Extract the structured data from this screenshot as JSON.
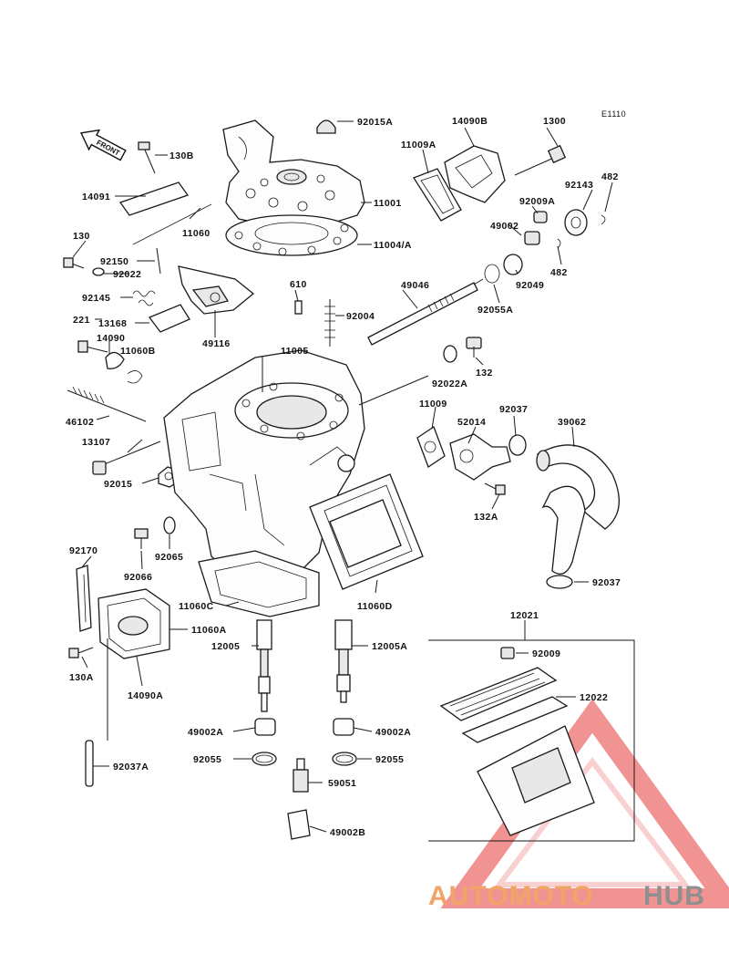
{
  "diagram": {
    "code": "E1110",
    "front_label": "FRONT",
    "labels": {
      "p92015A": "92015A",
      "p14090B": "14090B",
      "p1300": "1300",
      "p11009A": "11009A",
      "p130B": "130B",
      "p14091": "14091",
      "p11001": "11001",
      "p92143": "92143",
      "p482a": "482",
      "p92009A": "92009A",
      "p11060": "11060",
      "p49002": "49002",
      "p11004A": "11004/A",
      "p482b": "482",
      "p130": "130",
      "p92150": "92150",
      "p92022": "92022",
      "p92049": "92049",
      "p49046": "49046",
      "p610": "610",
      "p92055A": "92055A",
      "p92145": "92145",
      "p221": "221",
      "p13168": "13168",
      "p92004": "92004",
      "p14090": "14090",
      "p11060B": "11060B",
      "p49116": "49116",
      "p11005": "11005",
      "p132": "132",
      "p92022A": "92022A",
      "p11009": "11009",
      "p52014": "52014",
      "p92037a": "92037",
      "p39062": "39062",
      "p46102": "46102",
      "p13107": "13107",
      "p92015": "92015",
      "p132A": "132A",
      "p92170": "92170",
      "p92065": "92065",
      "p92066": "92066",
      "p92037b": "92037",
      "p11060C": "11060C",
      "p11060D": "11060D",
      "p12021": "12021",
      "p11060A": "11060A",
      "p12005": "12005",
      "p12005A": "12005A",
      "p92009": "92009",
      "p130A": "130A",
      "p14090A": "14090A",
      "p12022": "12022",
      "p49002A1": "49002A",
      "p49002A2": "49002A",
      "p92055a": "92055",
      "p92055b": "92055",
      "p59051": "59051",
      "p92037A": "92037A",
      "p49002B": "49002B"
    }
  },
  "watermark": {
    "text_a": "AUTOMOTO",
    "text_b": "HUB",
    "color_a": "#f0a468",
    "color_b": "#8f8f8f",
    "triangle_color": "#e94b4b"
  }
}
